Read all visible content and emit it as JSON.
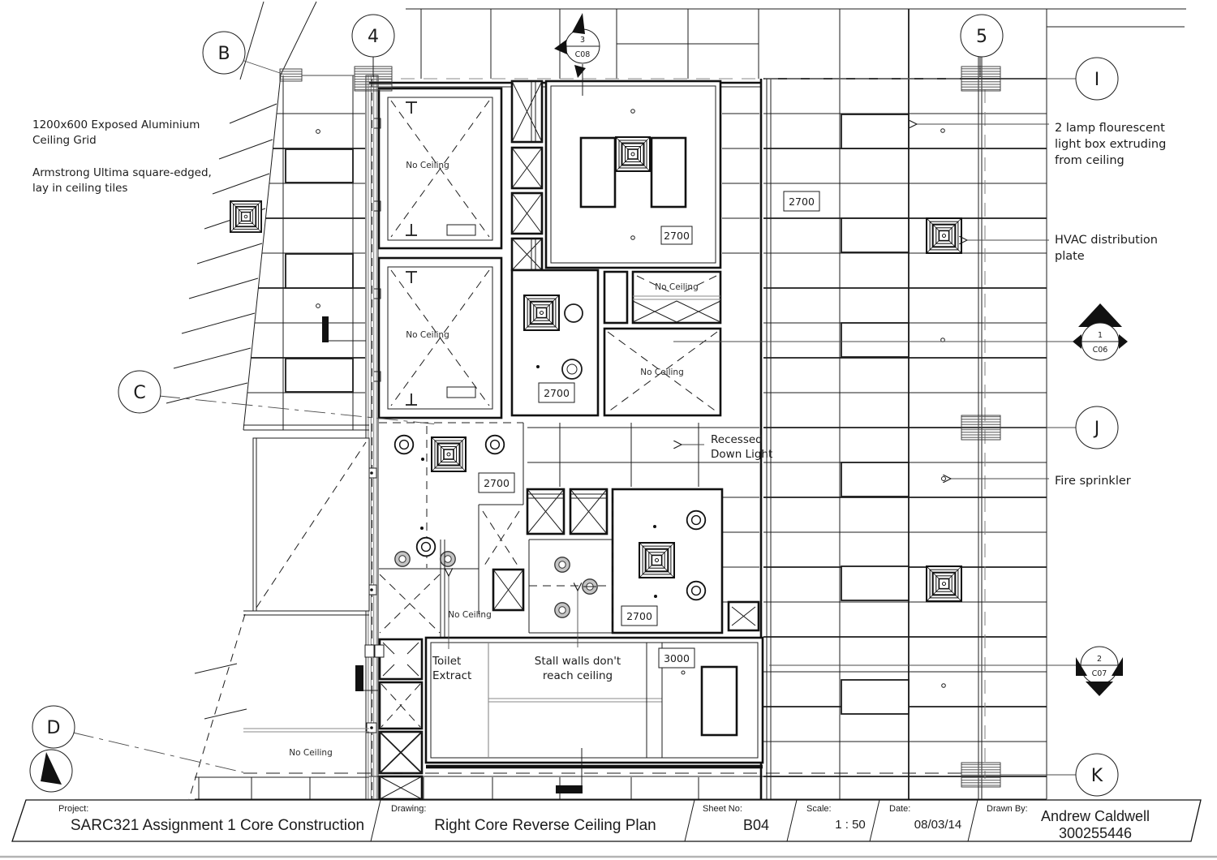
{
  "drawing": {
    "notes": {
      "grid_note": [
        "1200x600 Exposed Aluminium",
        "Ceiling Grid"
      ],
      "tile_note": [
        "Armstrong Ultima square-edged,",
        "lay in ceiling tiles"
      ]
    },
    "grid_bubbles": {
      "b": "B",
      "c": "C",
      "d": "D",
      "n4": "4",
      "n5": "5",
      "i": "I",
      "j": "J",
      "k": "K"
    },
    "sections": {
      "c08": {
        "num": "3",
        "sheet": "C08"
      },
      "c06": {
        "num": "1",
        "sheet": "C06"
      },
      "c07": {
        "num": "2",
        "sheet": "C07"
      }
    },
    "annotations": {
      "lamp": [
        "2 lamp flourescent",
        "light box extruding",
        "from ceiling"
      ],
      "hvac": [
        "HVAC distribution",
        "plate"
      ],
      "downlight": [
        "Recessed",
        "Down Light"
      ],
      "sprinkler": "Fire sprinkler",
      "toilet": [
        "Toilet",
        "Extract"
      ],
      "stall": [
        "Stall walls don't",
        "reach ceiling"
      ],
      "no_ceiling": "No Ceiling"
    },
    "dims": {
      "h2700": "2700",
      "h3000": "3000"
    }
  },
  "title_block": {
    "project_label": "Project:",
    "project": "SARC321 Assignment 1 Core Construction",
    "drawing_label": "Drawing:",
    "drawing": "Right Core Reverse Ceiling Plan",
    "sheet_label": "Sheet No:",
    "sheet": "B04",
    "scale_label": "Scale:",
    "scale": "1 : 50",
    "date_label": "Date:",
    "date": "08/03/14",
    "drawn_label": "Drawn By:",
    "drawn_name": "Andrew Caldwell",
    "drawn_id": "300255446"
  },
  "colors": {
    "ink": "#1c1c1c",
    "grid_gray": "#8a8a8a"
  }
}
